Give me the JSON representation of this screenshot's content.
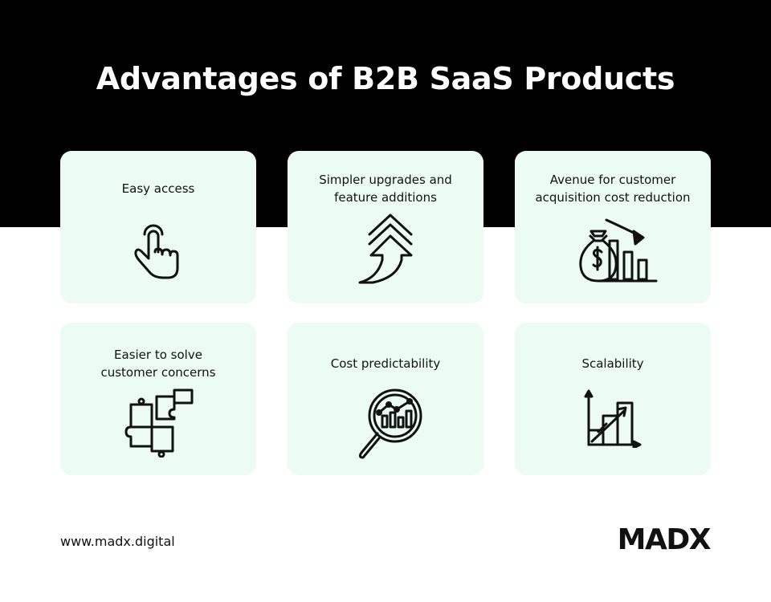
{
  "header": {
    "title": "Advantages of B2B SaaS Products"
  },
  "cards": [
    {
      "label": "Easy access",
      "icon": "hand-pointer-icon"
    },
    {
      "label": "Simpler upgrades and\nfeature additions",
      "icon": "upgrade-arrow-icon"
    },
    {
      "label": "Avenue for customer\nacquisition cost reduction",
      "icon": "money-bag-chart-down-icon"
    },
    {
      "label": "Easier to solve\ncustomer concerns",
      "icon": "puzzle-pieces-icon"
    },
    {
      "label": "Cost predictability",
      "icon": "magnifier-chart-icon"
    },
    {
      "label": "Scalability",
      "icon": "growth-chart-icon"
    }
  ],
  "footer": {
    "url": "www.madx.digital",
    "logo": "MADX"
  },
  "colors": {
    "band": "#000000",
    "card": "#ecfcf5",
    "text": "#111111"
  }
}
